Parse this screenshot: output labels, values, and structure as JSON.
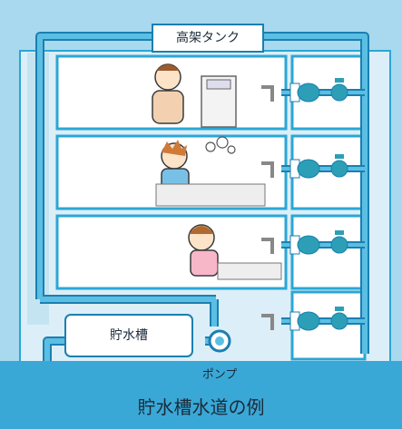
{
  "labels": {
    "tank": "高架タンク",
    "storage": "貯水槽",
    "pump": "ポンプ",
    "caption": "貯水槽水道の例"
  },
  "colors": {
    "background": "#a8d9ef",
    "building": "#2aa7d5",
    "floor_fill": "#ffffff",
    "pipe": "#5bbfe4",
    "pipe_outline": "#1b7fb0",
    "meter": "#2c9fb6",
    "ground": "#3aa8d6"
  },
  "icons": [
    "worker-figure",
    "child-figure",
    "girl-figure",
    "washing-machine-icon",
    "faucet-icon",
    "water-meter-icon",
    "valve-icon"
  ]
}
